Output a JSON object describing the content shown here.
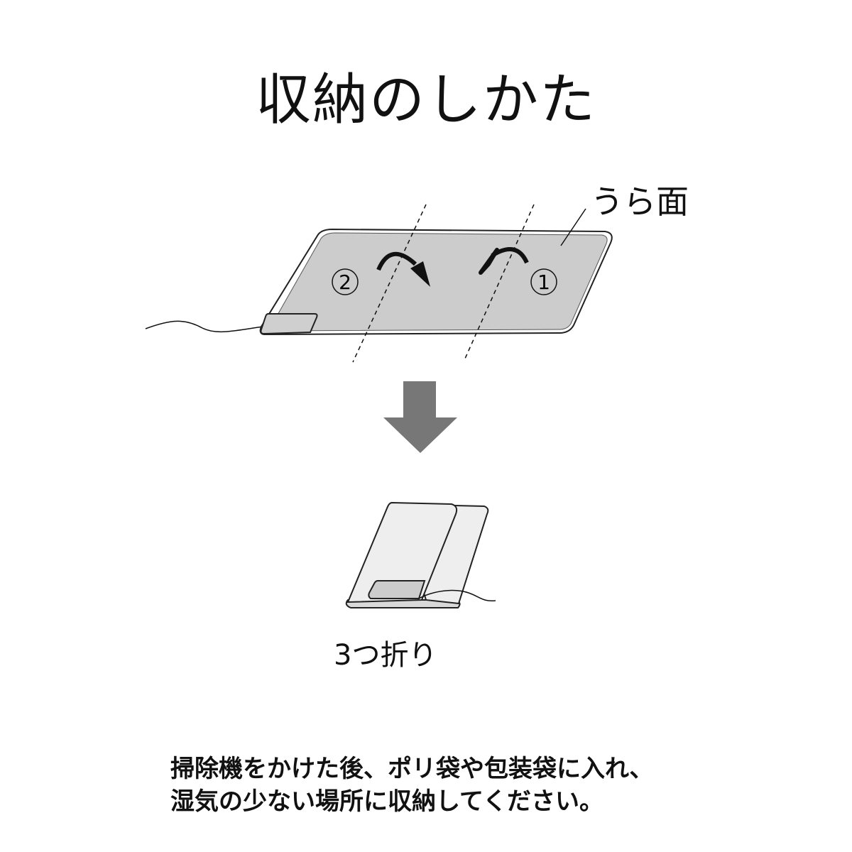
{
  "title": "収納のしかた",
  "diagram": {
    "back_side_label": "うら面",
    "step_labels": [
      "②",
      "①"
    ],
    "result_label": "3つ折り"
  },
  "note": {
    "lines": [
      "掃除機をかけた後、ポリ袋や包装袋に入れ、",
      "湿気の少ない場所に収納してください。"
    ]
  },
  "colors": {
    "mat": "#cccccc",
    "arrow": "#777777",
    "outline": "#222222"
  }
}
